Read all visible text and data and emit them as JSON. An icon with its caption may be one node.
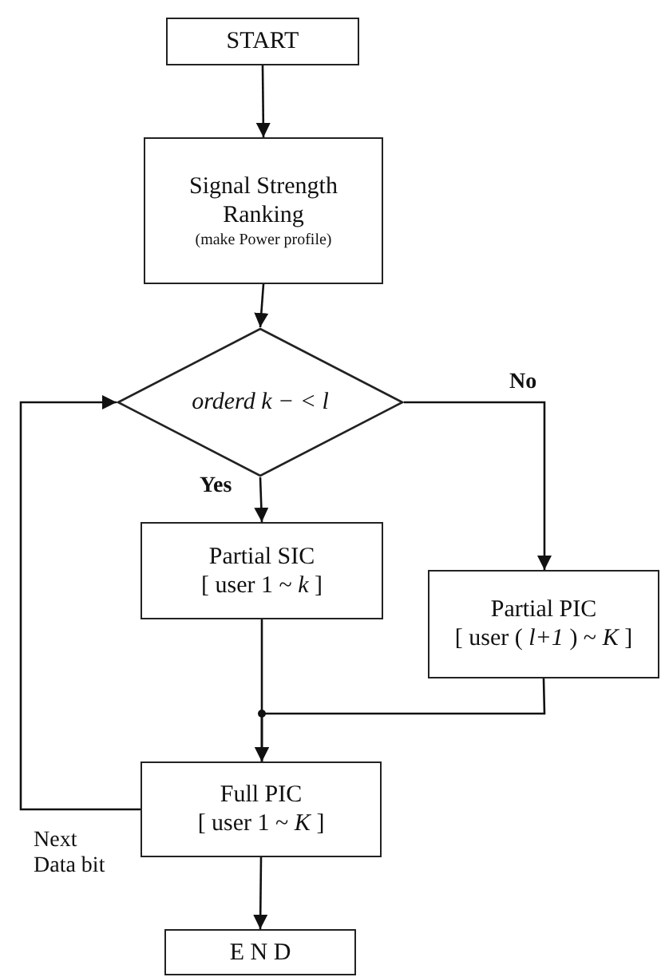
{
  "diagram": {
    "nodes": [
      {
        "text": [
          "START"
        ]
      },
      {
        "text": [
          "Signal Strength Ranking",
          "(make Power profile)"
        ]
      },
      {
        "text": [
          "orderd k − < l"
        ]
      },
      {
        "text": [
          "Partial SIC",
          "[ user 1 ~ *k* ]"
        ]
      },
      {
        "text": [
          "Partial PIC",
          "[ user ( *l+1* ) ~ *K* ]"
        ]
      },
      {
        "text": [
          "Full PIC",
          "[ user 1 ~ *K* ]"
        ]
      },
      {
        "text": [
          "E N D"
        ]
      }
    ],
    "edges": [
      {
        "from": 0,
        "to": 1,
        "arrow": "to"
      },
      {
        "from": 1,
        "to": 2,
        "arrow": "to"
      },
      {
        "from": 2,
        "to": 3,
        "arrow": "to",
        "label": "Yes"
      },
      {
        "from": 2,
        "to": 4,
        "arrow": "to",
        "label": "No"
      },
      {
        "from": 3,
        "to": 5,
        "arrow": "to"
      },
      {
        "from": 4,
        "to": 5,
        "arrow": "to"
      },
      {
        "from": 5,
        "to": 2,
        "arrow": "to",
        "label": "Next Data bit"
      },
      {
        "from": 5,
        "to": 6,
        "arrow": "to"
      }
    ]
  }
}
